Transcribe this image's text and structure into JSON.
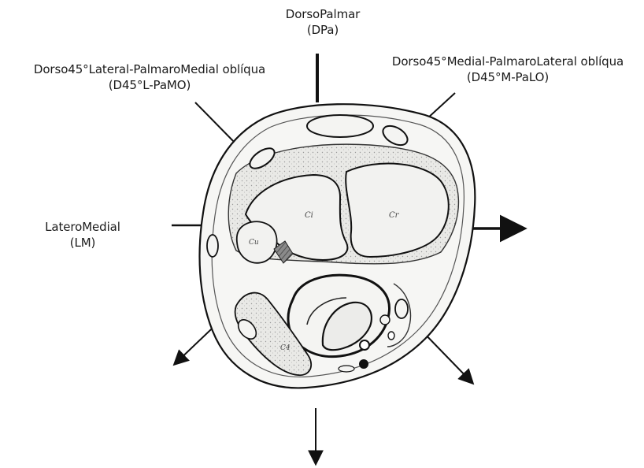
{
  "projections": [
    {
      "id": "dpa",
      "name": "DorsoPalmar",
      "abbr": "(DPa)"
    },
    {
      "id": "l-pamo",
      "name": "Dorso45°Lateral-PalmaroMedial oblíqua",
      "abbr": "(D45°L-PaMO)"
    },
    {
      "id": "m-palo",
      "name": "Dorso45°Medial-PalmaroLateral oblíqua",
      "abbr": "(D45°M-PaLO)"
    },
    {
      "id": "lm",
      "name": "LateroMedial",
      "abbr": "(LM)"
    }
  ],
  "bone_labels": {
    "ci": "Ci",
    "cr": "Cr",
    "cu": "Cu",
    "c4": "C4"
  },
  "colors": {
    "ink": "#111111",
    "tissue": "#f4f4f2",
    "shade": "#6a6a6a"
  }
}
